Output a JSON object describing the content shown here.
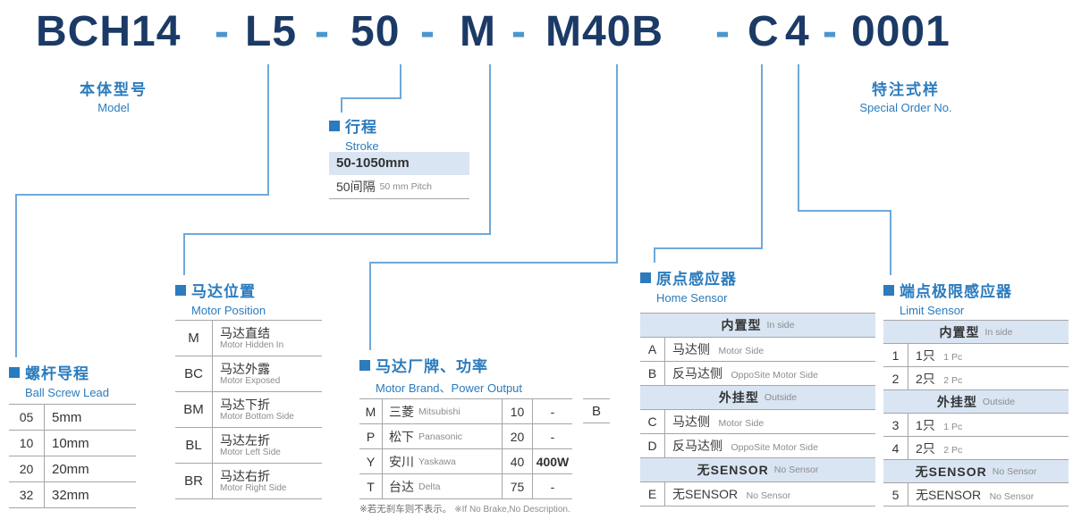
{
  "model": {
    "parts": [
      "BCH14",
      "-",
      "L5",
      "-",
      "50",
      "-",
      "M",
      "-",
      "M40B",
      "-",
      "C",
      "4",
      "-",
      "0001"
    ]
  },
  "labels": {
    "model": {
      "zh": "本体型号",
      "en": "Model"
    },
    "special": {
      "zh": "特注式样",
      "en": "Special Order No."
    }
  },
  "lead": {
    "title_zh": "螺杆导程",
    "title_en": "Ball Screw Lead",
    "rows": [
      {
        "code": "05",
        "desc": "5mm"
      },
      {
        "code": "10",
        "desc": "10mm"
      },
      {
        "code": "20",
        "desc": "20mm"
      },
      {
        "code": "32",
        "desc": "32mm"
      }
    ]
  },
  "stroke": {
    "title_zh": "行程",
    "title_en": "Stroke",
    "range": "50-1050mm",
    "pitch_zh": "50间隔",
    "pitch_en": "50 mm Pitch"
  },
  "motor_position": {
    "title_zh": "马达位置",
    "title_en": "Motor Position",
    "rows": [
      {
        "code": "M",
        "zh": "马达直结",
        "en": "Motor Hidden In"
      },
      {
        "code": "BC",
        "zh": "马达外露",
        "en": "Motor Exposed"
      },
      {
        "code": "BM",
        "zh": "马达下折",
        "en": "Motor Bottom Side"
      },
      {
        "code": "BL",
        "zh": "马达左折",
        "en": "Motor Left Side"
      },
      {
        "code": "BR",
        "zh": "马达右折",
        "en": "Motor Right Side"
      }
    ]
  },
  "motor_brand": {
    "title_zh": "马达厂牌、功率",
    "title_en": "Motor Brand、Power Output",
    "rows": [
      {
        "code": "M",
        "zh": "三菱",
        "en": "Mitsubishi",
        "power": "10",
        "watt": "-"
      },
      {
        "code": "P",
        "zh": "松下",
        "en": "Panasonic",
        "power": "20",
        "watt": "-"
      },
      {
        "code": "Y",
        "zh": "安川",
        "en": "Yaskawa",
        "power": "40",
        "watt": "400W"
      },
      {
        "code": "T",
        "zh": "台达",
        "en": "Delta",
        "power": "75",
        "watt": "-"
      }
    ],
    "brake_code": "B",
    "note_zh": "※若无刹车则不表示。",
    "note_en": "※If No Brake,No Description."
  },
  "home_sensor": {
    "title_zh": "原点感应器",
    "title_en": "Home Sensor",
    "sections": [
      {
        "header_zh": "内置型",
        "header_en": "In side",
        "rows": [
          {
            "code": "A",
            "zh": "马达侧",
            "en": "Motor Side"
          },
          {
            "code": "B",
            "zh": "反马达侧",
            "en": "OppoSite Motor Side"
          }
        ]
      },
      {
        "header_zh": "外挂型",
        "header_en": "Outside",
        "rows": [
          {
            "code": "C",
            "zh": "马达侧",
            "en": "Motor Side"
          },
          {
            "code": "D",
            "zh": "反马达侧",
            "en": "OppoSite Motor Side"
          }
        ]
      },
      {
        "header_zh": "无SENSOR",
        "header_en": "No Sensor",
        "rows": [
          {
            "code": "E",
            "zh": "无SENSOR",
            "en": "No Sensor"
          }
        ]
      }
    ]
  },
  "limit_sensor": {
    "title_zh": "端点极限感应器",
    "title_en": "Limit Sensor",
    "sections": [
      {
        "header_zh": "内置型",
        "header_en": "In side",
        "rows": [
          {
            "code": "1",
            "zh": "1只",
            "en": "1 Pc"
          },
          {
            "code": "2",
            "zh": "2只",
            "en": "2 Pc"
          }
        ]
      },
      {
        "header_zh": "外挂型",
        "header_en": "Outside",
        "rows": [
          {
            "code": "3",
            "zh": "1只",
            "en": "1 Pc"
          },
          {
            "code": "4",
            "zh": "2只",
            "en": "2 Pc"
          }
        ]
      },
      {
        "header_zh": "无SENSOR",
        "header_en": "No Sensor",
        "rows": [
          {
            "code": "5",
            "zh": "无SENSOR",
            "en": "No Sensor"
          }
        ]
      }
    ]
  },
  "colors": {
    "model_navy": "#1b3a66",
    "dash_blue": "#4a96cf",
    "accent_blue": "#2b7bbd",
    "connector_blue": "#6fa8d9",
    "header_row_bg": "#d9e5f3"
  }
}
